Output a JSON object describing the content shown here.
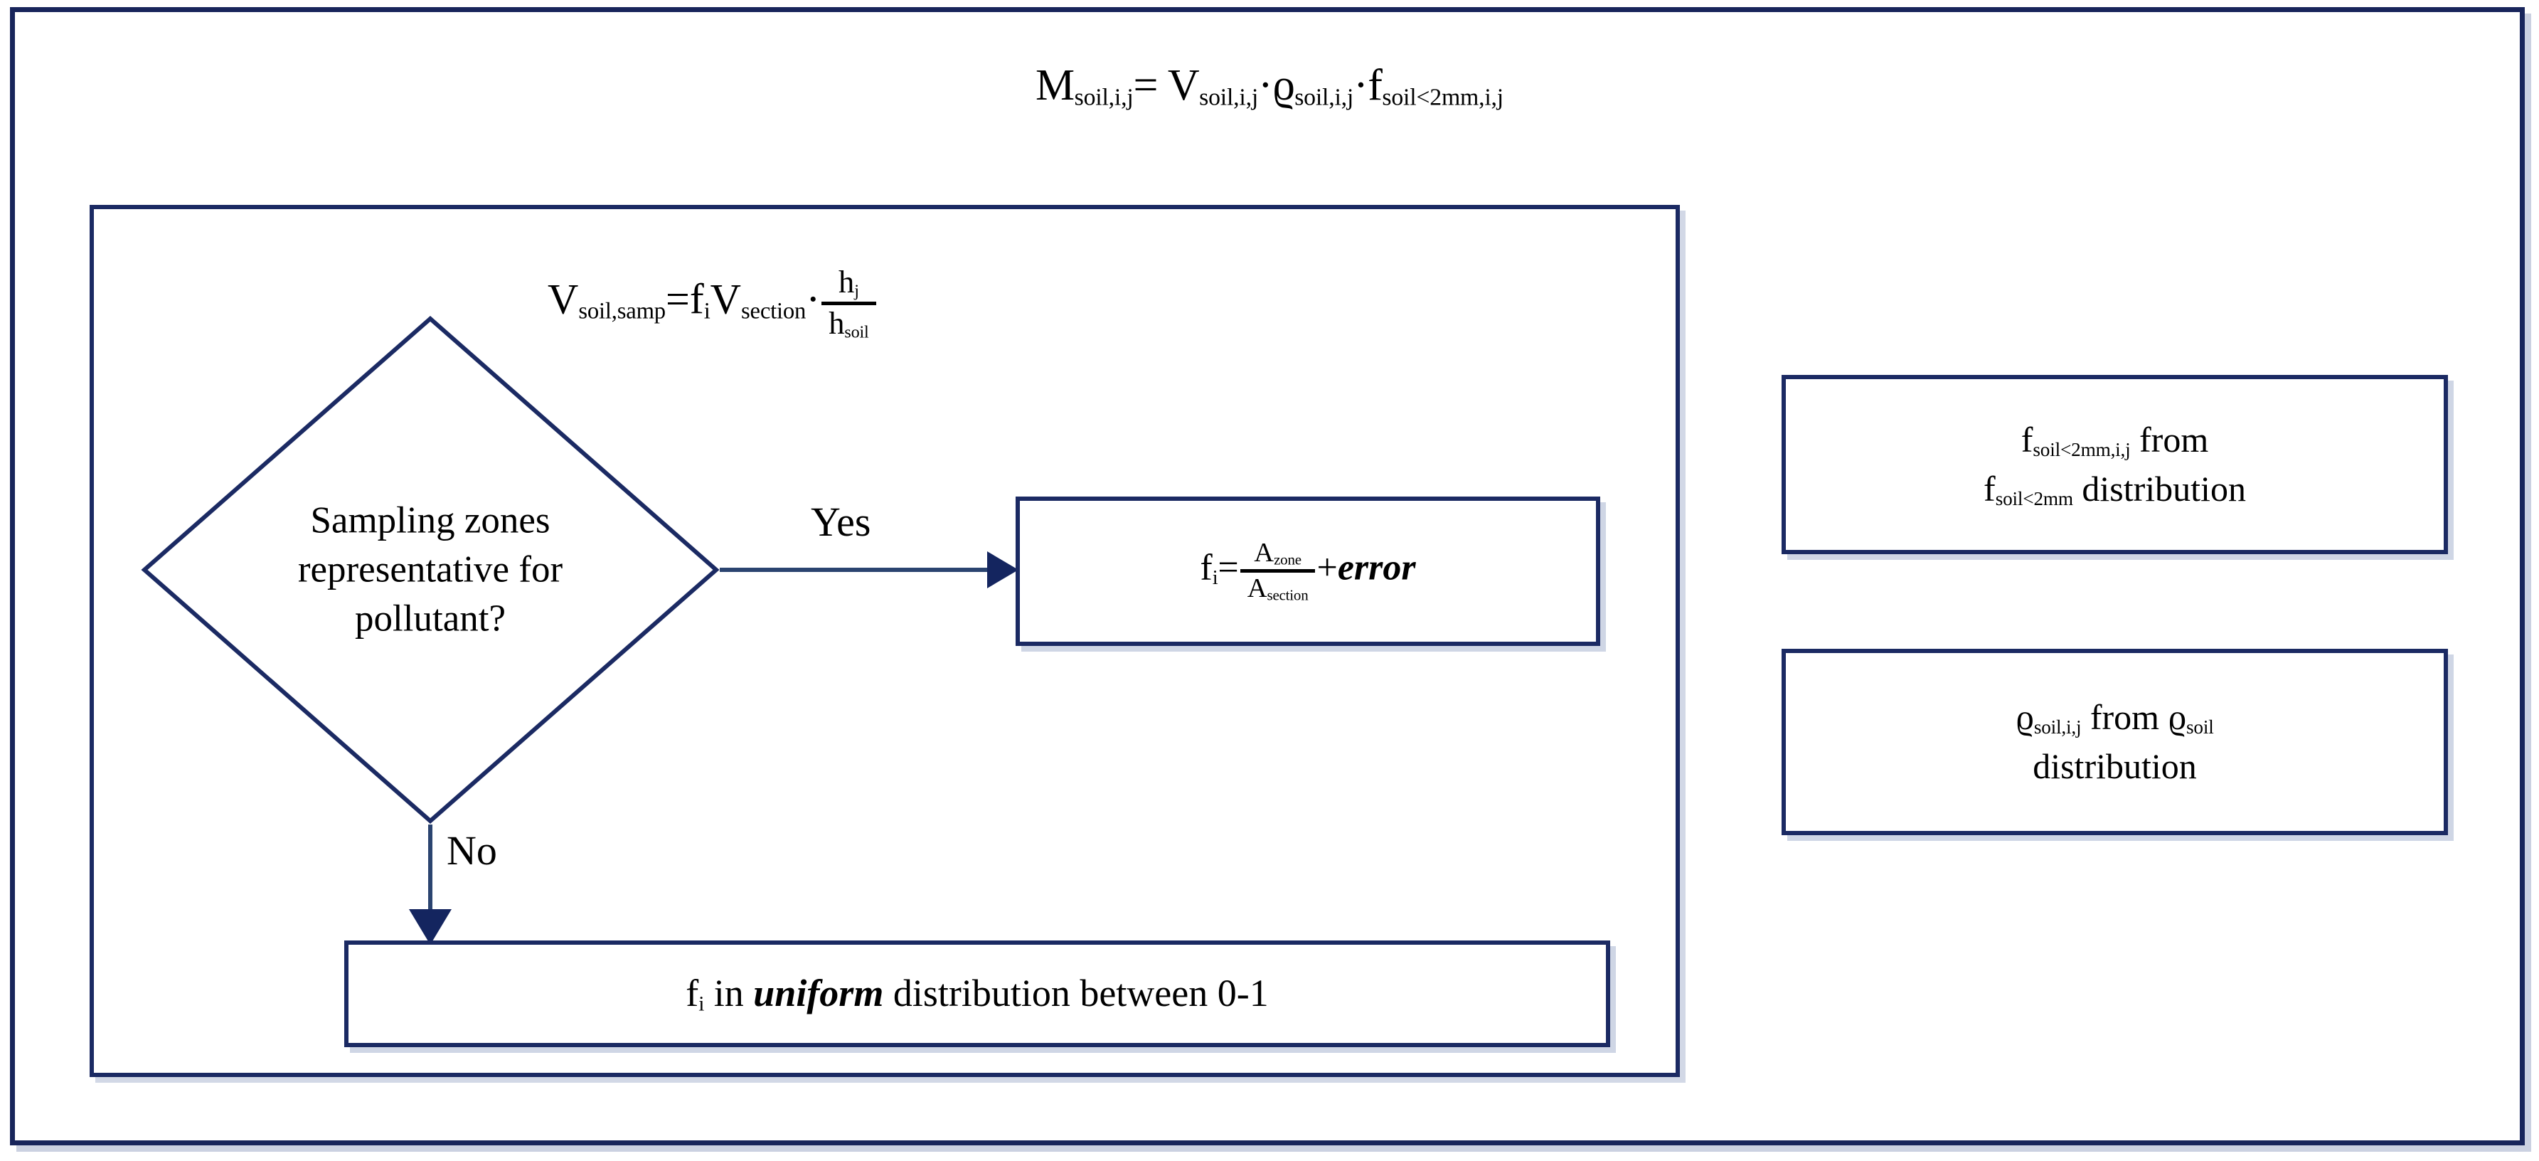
{
  "diagram": {
    "title_equation": {
      "lhs_symbol": "M",
      "lhs_sub": "soil,i,j",
      "equals": "=",
      "term1_symbol": "V",
      "term1_sub": "soil,i,j",
      "dot1": "·",
      "term2_symbol": "ϱ",
      "term2_sub": "soil,i,j",
      "dot2": "·",
      "term3_symbol": "f",
      "term3_sub": "soil<2mm,i,j"
    },
    "volume_equation": {
      "lhs_symbol": "V",
      "lhs_sub": "soil,samp",
      "equals": "=",
      "f_symbol": "f",
      "f_sub": "i",
      "v_symbol": "V",
      "v_sub": "section",
      "dot": "·",
      "numerator_symbol": "h",
      "numerator_sub": "j",
      "denominator_symbol": "h",
      "denominator_sub": "soil"
    },
    "decision": {
      "line1": "Sampling zones",
      "line2": "representative for",
      "line3": "pollutant?"
    },
    "branches": {
      "yes_label": "Yes",
      "no_label": "No"
    },
    "yes_box": {
      "lhs_symbol": "f",
      "lhs_sub": "i",
      "equals": "=",
      "numerator_symbol": "A",
      "numerator_sub": "zone",
      "denominator_symbol": "A",
      "denominator_sub": "section",
      "plus": "+",
      "error_term": "error"
    },
    "no_box": {
      "symbol": "f",
      "symbol_sub": "i",
      "text_before": " in ",
      "emphasis": "uniform",
      "text_after": " distribution between 0-1"
    },
    "right_box_1": {
      "line1_symbol": "f",
      "line1_sub": "soil<2mm,i,j",
      "line1_text": " from",
      "line2_symbol": "f",
      "line2_sub": "soil<2mm",
      "line2_text": " distribution"
    },
    "right_box_2": {
      "line1_symbol": "ϱ",
      "line1_sub": "soil,i,j",
      "line1_text": " from ",
      "line1_symbol2": "ϱ",
      "line1_sub2": "soil",
      "line2_text": "distribution"
    },
    "colors": {
      "border_navy": "#1b2a63",
      "frame_navy": "#18255b",
      "connector_navy": "#2b4470",
      "arrow_navy": "#14255f",
      "shadow_grey": "#a8b4d0",
      "background": "#ffffff",
      "text_black": "#000000"
    }
  }
}
